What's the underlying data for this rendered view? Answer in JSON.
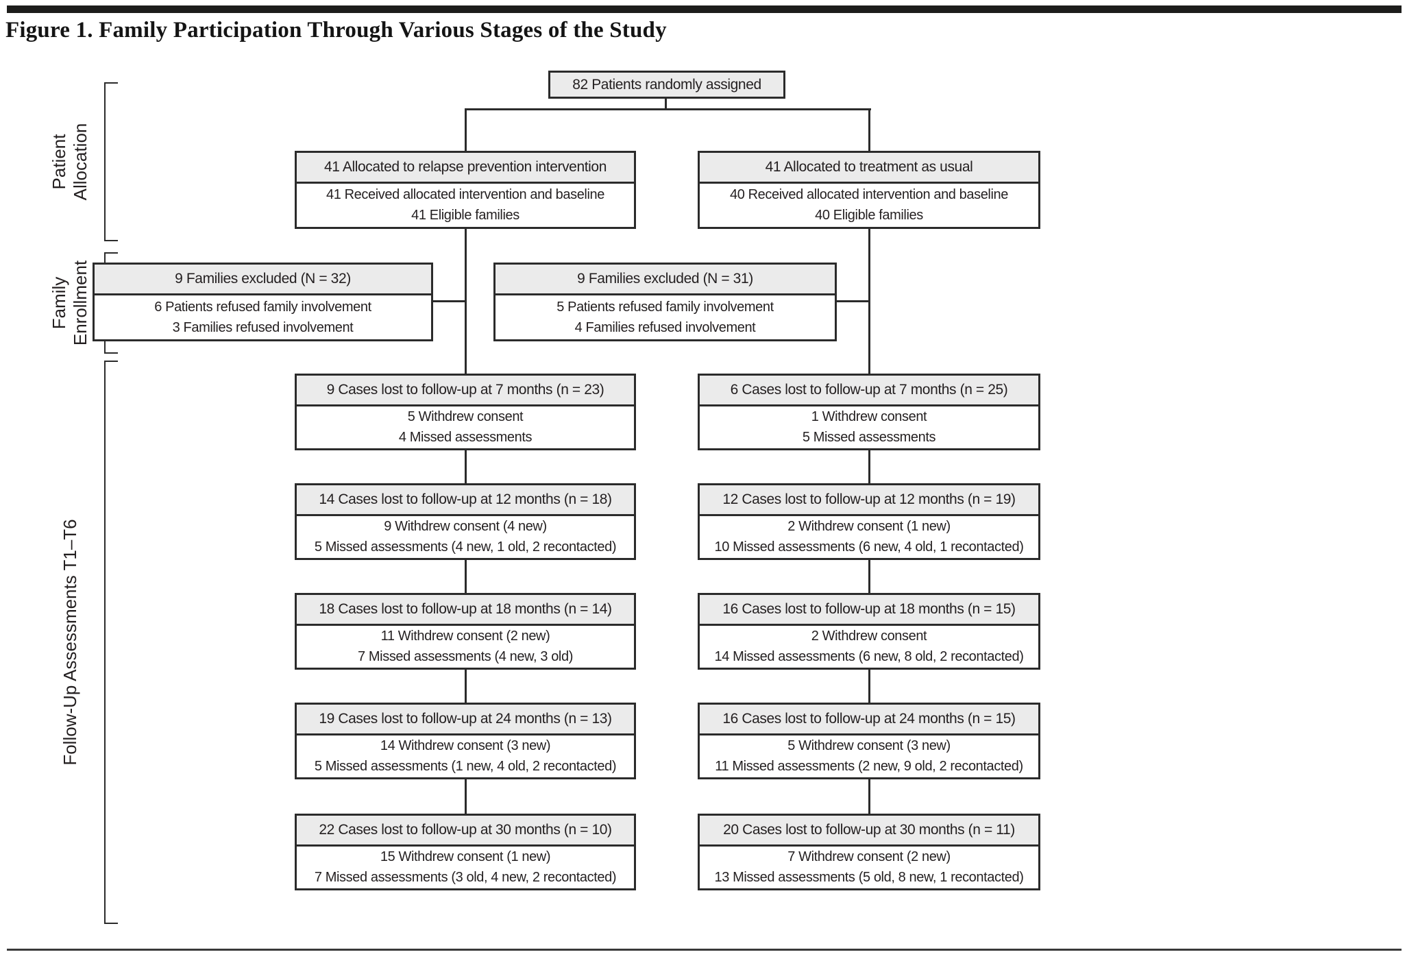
{
  "figure": {
    "title": "Figure 1. Family Participation Through Various Stages of the Study"
  },
  "colors": {
    "box_border": "#2b2b2b",
    "header_fill": "#ebebeb",
    "text": "#231f20",
    "top_rule": "#1d1d1b"
  },
  "side_labels": {
    "patient_allocation_line1": "Patient",
    "patient_allocation_line2": "Allocation",
    "family_enrollment_line1": "Family",
    "family_enrollment_line2": "Enrollment",
    "followup": "Follow-Up Assessments T1–T6"
  },
  "top_box": {
    "label": "82 Patients randomly assigned"
  },
  "allocation": {
    "left": {
      "header": "41 Allocated to relapse prevention intervention",
      "line1": "41 Received allocated intervention and baseline",
      "line2": "41 Eligible families"
    },
    "right": {
      "header": "41 Allocated to treatment as usual",
      "line1": "40 Received allocated intervention and baseline",
      "line2": "40 Eligible families"
    }
  },
  "enrollment": {
    "left": {
      "header": "9 Families excluded (N = 32)",
      "line1": "6 Patients refused family involvement",
      "line2": "3 Families refused involvement"
    },
    "right": {
      "header": "9 Families excluded (N = 31)",
      "line1": "5 Patients refused family involvement",
      "line2": "4 Families refused involvement"
    }
  },
  "followup": {
    "left": [
      {
        "header": "9 Cases lost to follow-up at 7 months (n = 23)",
        "line1": "5 Withdrew consent",
        "line2": "4 Missed assessments"
      },
      {
        "header": "14 Cases lost to follow-up at 12 months (n = 18)",
        "line1": "9 Withdrew consent (4 new)",
        "line2": "5 Missed assessments (4 new, 1 old, 2 recontacted)"
      },
      {
        "header": "18 Cases lost to follow-up at 18 months (n = 14)",
        "line1": "11 Withdrew consent (2 new)",
        "line2": "7 Missed assessments (4 new, 3 old)"
      },
      {
        "header": "19 Cases lost to follow-up at 24 months (n = 13)",
        "line1": "14 Withdrew consent (3 new)",
        "line2": "5 Missed assessments (1 new, 4 old, 2 recontacted)"
      },
      {
        "header": "22 Cases lost to follow-up at 30 months (n = 10)",
        "line1": "15 Withdrew consent (1 new)",
        "line2": "7 Missed assessments (3 old, 4 new, 2 recontacted)"
      }
    ],
    "right": [
      {
        "header": "6 Cases lost to follow-up at 7 months (n = 25)",
        "line1": "1 Withdrew consent",
        "line2": "5 Missed assessments"
      },
      {
        "header": "12 Cases lost to follow-up at 12 months (n = 19)",
        "line1": "2 Withdrew consent (1 new)",
        "line2": "10 Missed assessments (6 new, 4 old, 1 recontacted)"
      },
      {
        "header": "16 Cases lost to follow-up at 18 months (n = 15)",
        "line1": "2 Withdrew consent",
        "line2": "14 Missed assessments (6 new, 8 old, 2 recontacted)"
      },
      {
        "header": "16 Cases lost to follow-up at 24 months (n = 15)",
        "line1": "5 Withdrew consent (3 new)",
        "line2": "11 Missed assessments (2 new, 9 old, 2 recontacted)"
      },
      {
        "header": "20 Cases lost to follow-up at 30 months (n = 11)",
        "line1": "7 Withdrew consent (2 new)",
        "line2": "13 Missed assessments (5 old, 8 new, 1 recontacted)"
      }
    ]
  }
}
